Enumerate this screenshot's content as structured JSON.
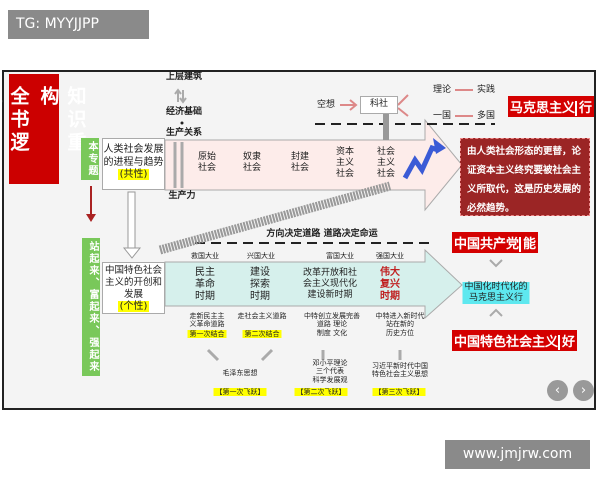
{
  "overlay": {
    "tg_label": "TG: MYYJJPP",
    "watermark": "www.jmjrw.com"
  },
  "title": {
    "left": "全书逻辑",
    "right": "知识重构"
  },
  "side": {
    "topic": "本专题",
    "stages": "站起来、富起来、强起来"
  },
  "top": {
    "base_upper": "上层建筑",
    "base_econ": "经济基础",
    "base_rel": "生产关系",
    "base_force": "生产力",
    "box_line1": "人类社会发展\n的进程与趋势",
    "box_tag": "(共性)",
    "societies": [
      "原始\n社会",
      "奴隶\n社会",
      "封建\n社会",
      "资本\n主义\n社会",
      "社会\n主义\n社会"
    ],
    "utopia": "空想",
    "sci": "科社",
    "theory": "理论",
    "practice": "实践",
    "one": "一国",
    "many": "多国",
    "marx": "马克思主义",
    "marx_tail": "行",
    "conclusion": "由人类社会形态的更替，论证资本主义终究要被社会主义所取代，这是历史发展的必然趋势。"
  },
  "mid": {
    "direction": "方向决定道路 道路决定命运"
  },
  "bottom": {
    "box_line1": "中国特色社会\n主义的开创和\n发展",
    "box_tag": "(个性)",
    "causes": [
      "救国大业",
      "兴国大业",
      "富国大业",
      "强国大业"
    ],
    "periods": [
      "民主\n革命\n时期",
      "建设\n探索\n时期",
      "改革开放和社\n会主义现代化\n建设新时期",
      "伟大\n复兴\n时期"
    ],
    "roads": [
      "走新民主主\n义革命道路",
      "走社会主义道路",
      "中特创立发展完善\n道路  理论\n制度  文化",
      "中特进入新时代\n站在新的\n历史方位"
    ],
    "combos": [
      "第一次结合",
      "第二次结合"
    ],
    "theories": [
      "毛泽东思想",
      "邓小平理论\n三个代表\n科学发展观",
      "习近平新时代中国\n特色社会主义思想"
    ],
    "leaps": [
      "【第一次飞跃】",
      "【第二次飞跃】",
      "【第三次飞跃】"
    ]
  },
  "right": {
    "party": "中国共产党",
    "party_tail": "能",
    "marx2": "中国化时代化的\n马克思主义行",
    "soc": "中国特色社会主义",
    "soc_tail": "好"
  },
  "nav": {
    "prev": "‹",
    "next": "›"
  }
}
